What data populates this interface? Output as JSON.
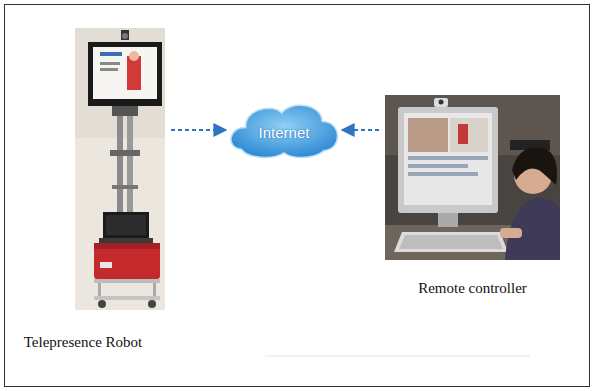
{
  "diagram": {
    "nodes": [
      {
        "text": [
          "Telepresence Robot"
        ]
      },
      {
        "text": [
          "Internet"
        ]
      },
      {
        "text": [
          "Remote controller"
        ]
      }
    ],
    "edges": [
      {
        "from": 0,
        "to": 1,
        "arrow": "to"
      },
      {
        "from": 2,
        "to": 1,
        "arrow": "to"
      }
    ]
  }
}
